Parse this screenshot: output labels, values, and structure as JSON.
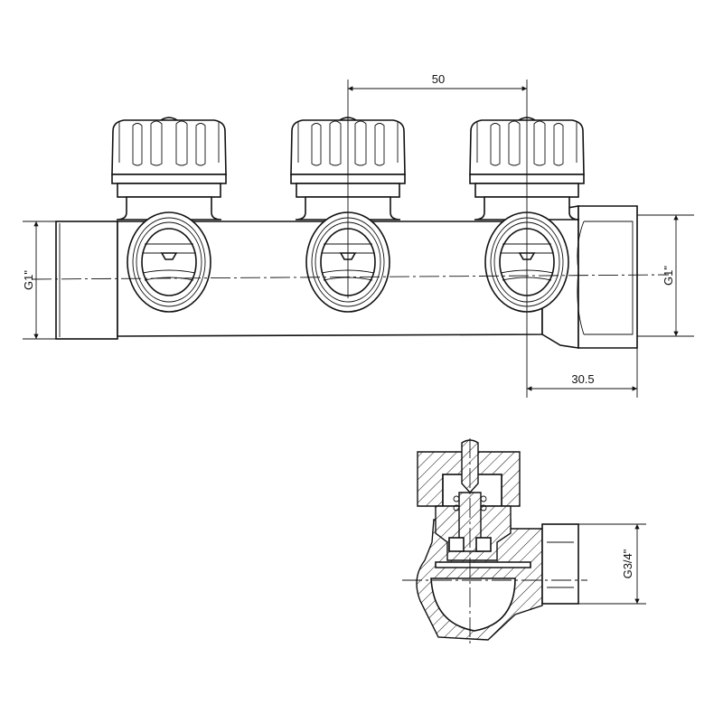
{
  "dimensions": {
    "spacing": "50",
    "inlet_thread": "G1\"",
    "outlet_thread": "G1\"",
    "end_offset": "30.5",
    "branch_thread": "G3/4\""
  },
  "colors": {
    "line": "#111111",
    "background": "#ffffff"
  }
}
